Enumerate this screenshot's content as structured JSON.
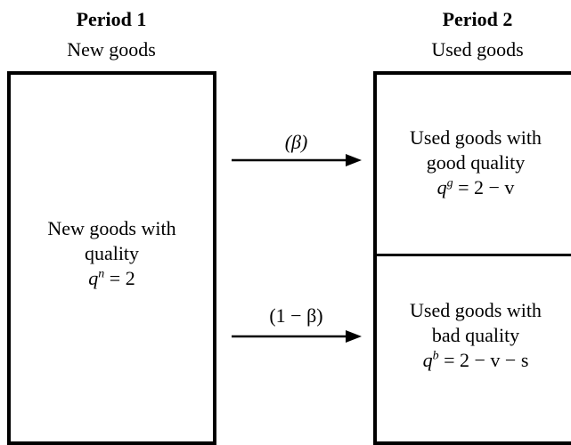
{
  "period1": {
    "title": "Period 1",
    "subtitle": "New goods",
    "box": {
      "line1": "New goods with",
      "line2": "quality",
      "formula_var": "q",
      "formula_sup": "n",
      "formula_rest": " = 2"
    }
  },
  "period2": {
    "title": "Period 2",
    "subtitle": "Used goods",
    "good_box": {
      "line1": "Used goods with",
      "line2": "good quality",
      "formula_var": "q",
      "formula_sup": "g",
      "formula_rest": " = 2 − v"
    },
    "bad_box": {
      "line1": "Used goods with",
      "line2": "bad quality",
      "formula_var": "q",
      "formula_sup": "b",
      "formula_rest": " = 2 − v − s"
    }
  },
  "arrows": {
    "top_label": "(β)",
    "bottom_label": "(1 − β)"
  }
}
